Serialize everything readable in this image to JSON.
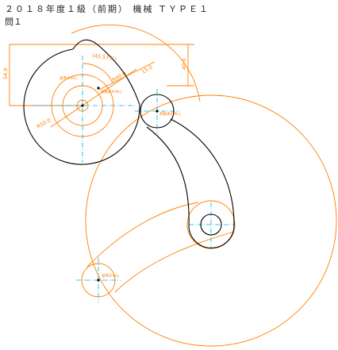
{
  "header": {
    "title": "２０１８年度１級（前期） 機械 ＴＹＰＥ１",
    "subtitle": "問１"
  },
  "dimensions": {
    "width_54": "54.0",
    "height_40": "40.0",
    "angle": "(45.573°)",
    "r40": "R40.0",
    "r15": "15.0",
    "r50": "R50.0"
  },
  "labels": {
    "point_a": "基準の中心",
    "point_b": "移動後の中心",
    "point_c": "移動後の中心",
    "point_d": "基準の中心"
  },
  "colors": {
    "orange": "#ff7f00",
    "cyan": "#00b4dc",
    "black": "#000000"
  }
}
